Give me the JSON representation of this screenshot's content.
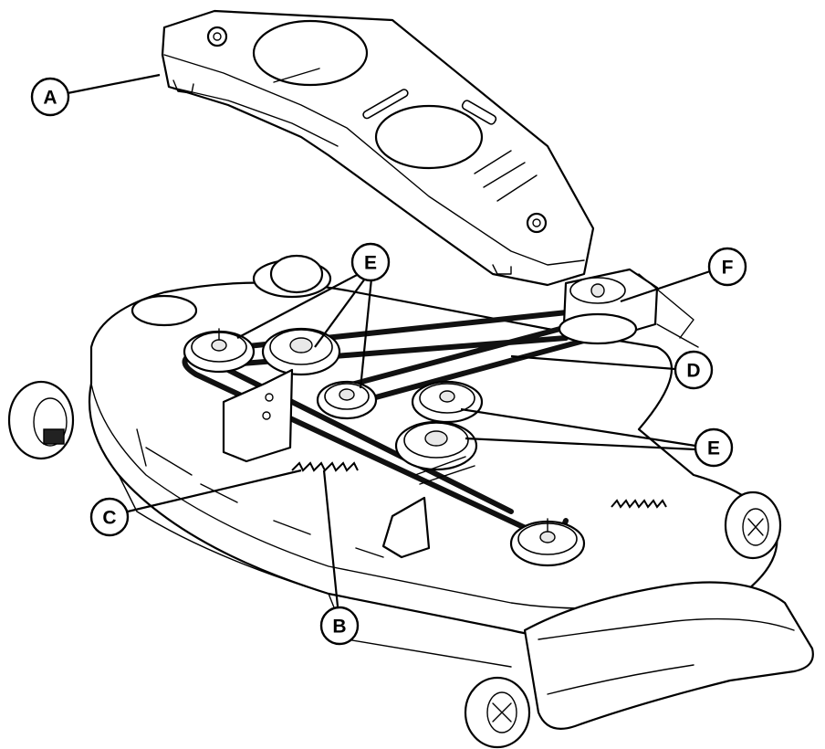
{
  "callouts": {
    "a": "A",
    "b": "B",
    "c": "C",
    "d": "D",
    "e_top": "E",
    "e_right": "E",
    "f": "F"
  },
  "colors": {
    "line": "#000000",
    "belt": "#111111",
    "fill": "#ffffff"
  }
}
